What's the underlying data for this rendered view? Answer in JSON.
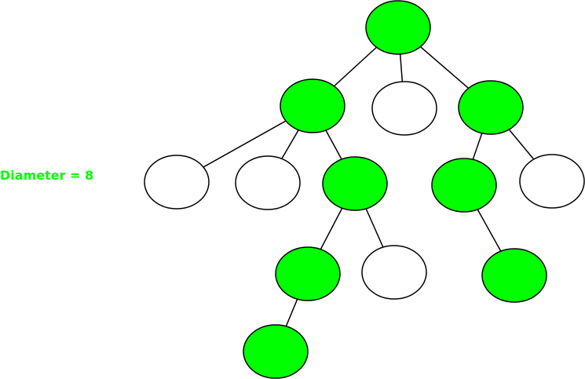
{
  "caption": {
    "text": "Diameter = 8"
  },
  "colors": {
    "highlight": "#00ff00",
    "node_default": "#ffffff",
    "stroke": "#000000",
    "caption": "#00ff00"
  },
  "tree": {
    "nodes": [
      {
        "id": "root",
        "highlight": true
      },
      {
        "id": "a",
        "highlight": true
      },
      {
        "id": "b",
        "highlight": false
      },
      {
        "id": "c",
        "highlight": true
      },
      {
        "id": "a1",
        "highlight": false
      },
      {
        "id": "a2",
        "highlight": false
      },
      {
        "id": "a3",
        "highlight": true
      },
      {
        "id": "c1",
        "highlight": true
      },
      {
        "id": "c2",
        "highlight": false
      },
      {
        "id": "a3a",
        "highlight": true
      },
      {
        "id": "a3b",
        "highlight": false
      },
      {
        "id": "c1a",
        "highlight": true
      },
      {
        "id": "a3a1",
        "highlight": true
      }
    ],
    "edges": [
      [
        "root",
        "a"
      ],
      [
        "root",
        "b"
      ],
      [
        "root",
        "c"
      ],
      [
        "a",
        "a1"
      ],
      [
        "a",
        "a2"
      ],
      [
        "a",
        "a3"
      ],
      [
        "c",
        "c1"
      ],
      [
        "c",
        "c2"
      ],
      [
        "a3",
        "a3a"
      ],
      [
        "a3",
        "a3b"
      ],
      [
        "c1",
        "c1a"
      ],
      [
        "a3a",
        "a3a1"
      ]
    ]
  }
}
